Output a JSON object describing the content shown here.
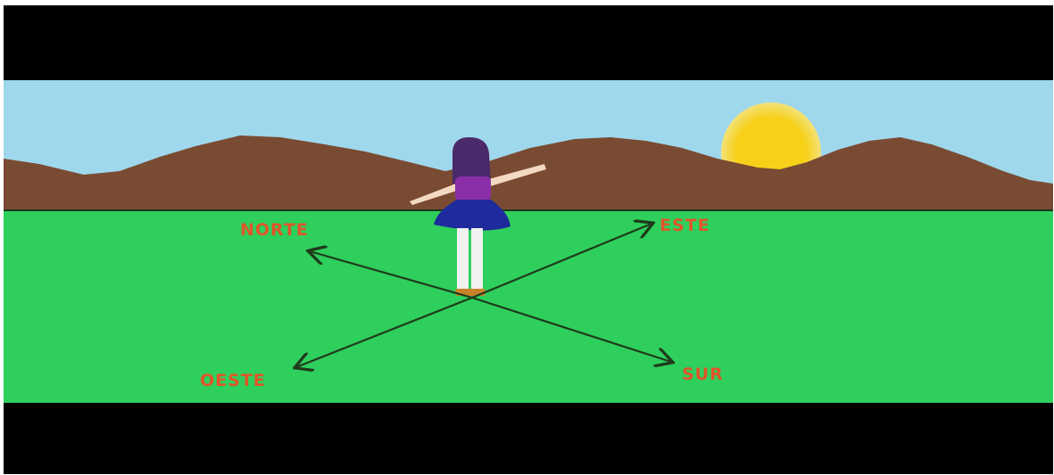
{
  "colors": {
    "frame": "#000000",
    "sky": "#9fd8ec",
    "mountains": "#7a4b33",
    "grass": "#2ecf5c",
    "sun": "#f6d019",
    "sun_glow": "#f3e27a",
    "arrows": "#1f3a1c",
    "labels": "#e1552a",
    "figure_hair": "#4a2a6a",
    "figure_top": "#8b2fa8",
    "figure_skirt": "#1f2a9c",
    "figure_legs": "#f1f1f1",
    "figure_skin": "#f4d9c2",
    "figure_feet": "#c9822a"
  },
  "scene": {
    "description_icons": [
      "sun-icon",
      "mountains",
      "girl-figure",
      "compass-arrows"
    ],
    "directions": {
      "north": "NORTE",
      "east": "ESTE",
      "west": "OESTE",
      "south": "SUR"
    }
  }
}
